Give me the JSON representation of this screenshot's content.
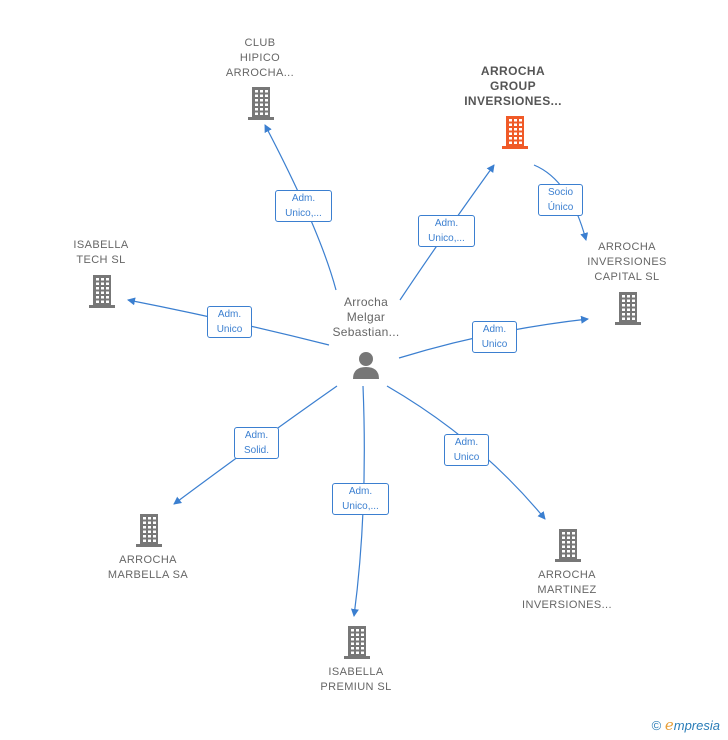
{
  "center": {
    "label": "Arrocha\nMelgar\nSebastian..."
  },
  "nodes": [
    {
      "id": "club",
      "label": "CLUB\nHIPICO\nARROCHA...",
      "color": "#777777"
    },
    {
      "id": "group",
      "label": "ARROCHA\nGROUP\nINVERSIONES...",
      "color": "#f05a28",
      "highlight": true
    },
    {
      "id": "isabella_tech",
      "label": "ISABELLA\nTECH  SL",
      "color": "#777777"
    },
    {
      "id": "capital",
      "label": "ARROCHA\nINVERSIONES\nCAPITAL  SL",
      "color": "#777777"
    },
    {
      "id": "marbella",
      "label": "ARROCHA\nMARBELLA SA",
      "color": "#777777"
    },
    {
      "id": "martinez",
      "label": "ARROCHA\nMARTINEZ\nINVERSIONES...",
      "color": "#777777"
    },
    {
      "id": "premiun",
      "label": "ISABELLA\nPREMIUN  SL",
      "color": "#777777"
    }
  ],
  "edges": [
    {
      "from": "center",
      "to": "club",
      "label": "Adm.\nUnico,..."
    },
    {
      "from": "center",
      "to": "group",
      "label": "Adm.\nUnico,..."
    },
    {
      "from": "group",
      "to": "capital",
      "label": "Socio\nÚnico"
    },
    {
      "from": "center",
      "to": "isabella_tech",
      "label": "Adm.\nUnico"
    },
    {
      "from": "center",
      "to": "capital",
      "label": "Adm.\nUnico"
    },
    {
      "from": "center",
      "to": "marbella",
      "label": "Adm.\nSolid."
    },
    {
      "from": "center",
      "to": "premiun",
      "label": "Adm.\nUnico,..."
    },
    {
      "from": "center",
      "to": "martinez",
      "label": "Adm.\nUnico"
    }
  ],
  "footer": {
    "copyright": "©",
    "brand_initial": "e",
    "brand_rest": "mpresia"
  },
  "colors": {
    "edge": "#3b7fd0",
    "building": "#777777",
    "highlight": "#f05a28"
  }
}
